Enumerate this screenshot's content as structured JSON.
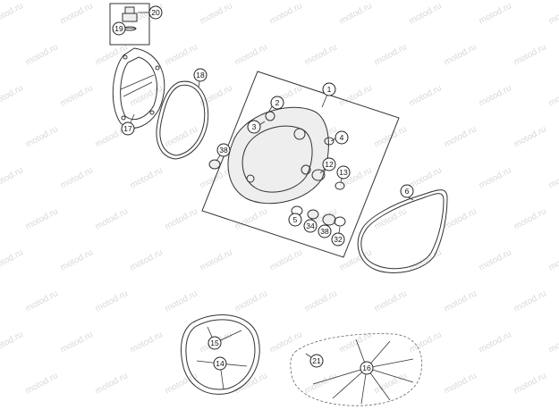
{
  "watermark": "motod.ru",
  "callouts": [
    {
      "id": "c1",
      "label": "1"
    },
    {
      "id": "c2",
      "label": "2"
    },
    {
      "id": "c3",
      "label": "3"
    },
    {
      "id": "c4",
      "label": "4"
    },
    {
      "id": "c5",
      "label": "5"
    },
    {
      "id": "c6",
      "label": "6"
    },
    {
      "id": "c12",
      "label": "12"
    },
    {
      "id": "c13",
      "label": "13"
    },
    {
      "id": "c14",
      "label": "14"
    },
    {
      "id": "c15",
      "label": "15"
    },
    {
      "id": "c16",
      "label": "16"
    },
    {
      "id": "c17",
      "label": "17"
    },
    {
      "id": "c18",
      "label": "18"
    },
    {
      "id": "c19",
      "label": "19"
    },
    {
      "id": "c20",
      "label": "20"
    },
    {
      "id": "c21",
      "label": "21"
    },
    {
      "id": "c32",
      "label": "32"
    },
    {
      "id": "c34",
      "label": "34"
    },
    {
      "id": "c38a",
      "label": "38"
    },
    {
      "id": "c38b",
      "label": "38"
    }
  ]
}
